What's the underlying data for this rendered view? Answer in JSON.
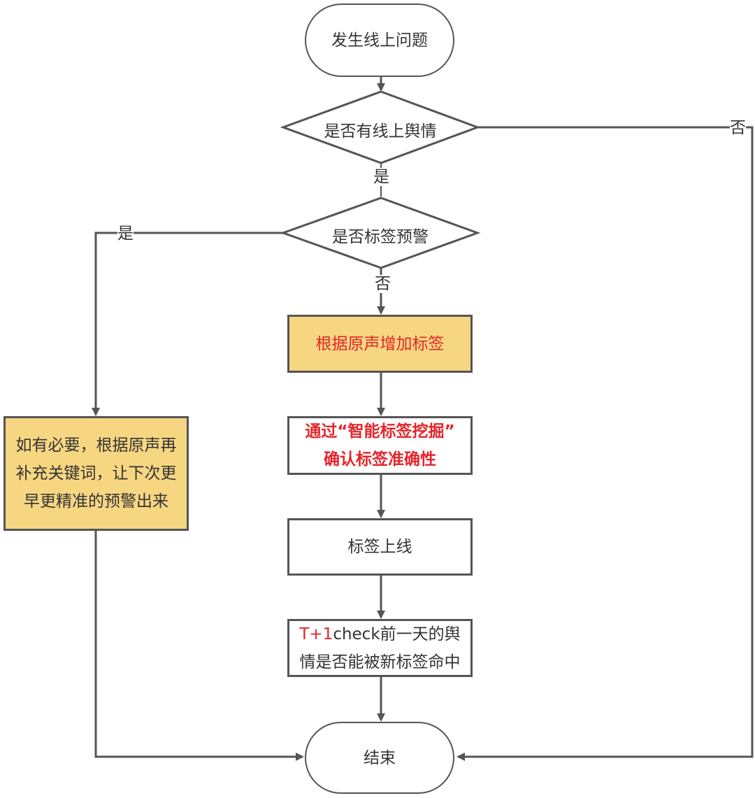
{
  "nodes": {
    "start": "发生线上问题",
    "decision_sentiment": "是否有线上舆情",
    "decision_tag_alert": "是否标签预警",
    "add_tag": "根据原声增加标签",
    "verify_tag_line1": "通过“智能标签挖掘”",
    "verify_tag_line2": "确认标签准确性",
    "tag_online": "标签上线",
    "t1_prefix": "T+1",
    "t1_line1_rest": "check前一天的舆",
    "t1_line2": "情是否能被新标签命中",
    "supplement_line1": "如有必要，根据原声再",
    "supplement_line2": "补充关键词，让下次更",
    "supplement_line3": "早更精准的预警出来",
    "end": "结束"
  },
  "edges": {
    "sentiment_no": "否",
    "sentiment_yes": "是",
    "tag_alert_yes": "是",
    "tag_alert_no": "否"
  },
  "colors": {
    "stroke": "#555555",
    "highlight_fill": "#f7d682",
    "red_text": "#e5252a"
  }
}
